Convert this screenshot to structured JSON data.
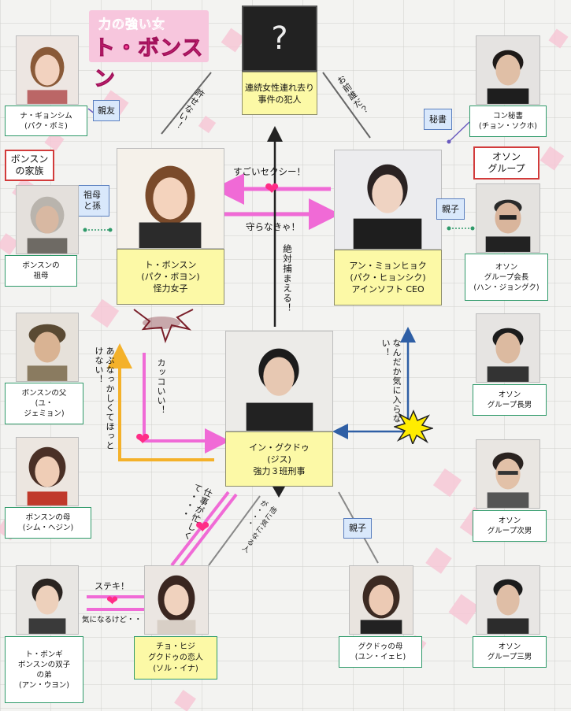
{
  "logo": {
    "line1": "力の強い女",
    "line2": "ト・ボンスン"
  },
  "mystery": {
    "symbol": "?",
    "caption": "連続女性連れ去り事件の犯人"
  },
  "center": {
    "bong_soon": {
      "lines": [
        "ト・ボンスン",
        "(パク・ボヨン)",
        "怪力女子"
      ]
    },
    "min_hyuk": {
      "lines": [
        "アン・ミョンヒョク",
        "(パク・ヒョンシク)",
        "アインソフト CEO"
      ]
    },
    "guk_doo": {
      "lines": [
        "イン・グクドゥ",
        "(ジス)",
        "強力３班刑事"
      ]
    }
  },
  "relations": {
    "yurusenai": "許せない！",
    "omae_dare": "お前誰だ？",
    "sugoi_sexy": "すごいセクシー！",
    "mamoranakya": "守らなきゃ！",
    "zettai_tsukamaeru": "絶対捕まえる！",
    "kakkoii": "カッコいい！",
    "abunakkashikute": "あぶなっかしくてほっとけない！",
    "nandaka": "なんだか気に入らない！",
    "shigoto_isogashikute": "仕事が忙しくて・・・",
    "hoka_ni_ki": "他に気になる人が・・・",
    "suteki": "ステキ！",
    "ki_ni_naru": "気になるけど・・・",
    "shinyu": "親友",
    "sobo_to_mago": [
      "祖母",
      "と孫"
    ],
    "hisho": "秘書",
    "oyako_right": "親子",
    "oyako_bottom": "親子"
  },
  "groups": {
    "bongsoon_family": [
      "ボンスン",
      "の家族"
    ],
    "oson_group": [
      "オソン",
      "グループ"
    ]
  },
  "left_column": [
    {
      "lines": [
        "ナ・ギョンシム",
        "(パク・ボミ)"
      ]
    },
    {
      "lines": [
        "ボンスンの",
        "祖母"
      ]
    },
    {
      "lines": [
        "ボンスンの父",
        "(ユ・",
        "ジェミョン)"
      ]
    },
    {
      "lines": [
        "ボンスンの母",
        "(シム・ヘジン)"
      ]
    },
    {
      "lines": [
        "ト・ボンギ",
        "ボンスンの双子",
        "の弟",
        "(アン・ウヨン)"
      ]
    }
  ],
  "right_column": [
    {
      "lines": [
        "コン秘書",
        "(チョン・ソクホ)"
      ]
    },
    {
      "lines": [
        "オソン",
        "グループ会長",
        "(ハン・ジョングク)"
      ]
    },
    {
      "lines": [
        "オソン",
        "グループ長男"
      ]
    },
    {
      "lines": [
        "オソン",
        "グループ次男"
      ]
    },
    {
      "lines": [
        "オソン",
        "グループ三男"
      ]
    }
  ],
  "bottom": {
    "hee_ji": {
      "lines": [
        "チョ・ヒジ",
        "グクドゥの恋人",
        "(ソル・イナ)"
      ]
    },
    "guk_doo_mom": {
      "lines": [
        "グクドゥの母",
        "(ユン・イェヒ)"
      ]
    }
  },
  "colors": {
    "pink_arrow": "#f06ad6",
    "heart": "#ff2d87",
    "orange_arrow": "#f4b12a",
    "blue_arrow": "#2f5fa5",
    "yellow_box": "#fcf9a6",
    "green_border": "#2f9a6a",
    "red_border": "#d23b3b",
    "blue_box": "#d9e8fb"
  }
}
